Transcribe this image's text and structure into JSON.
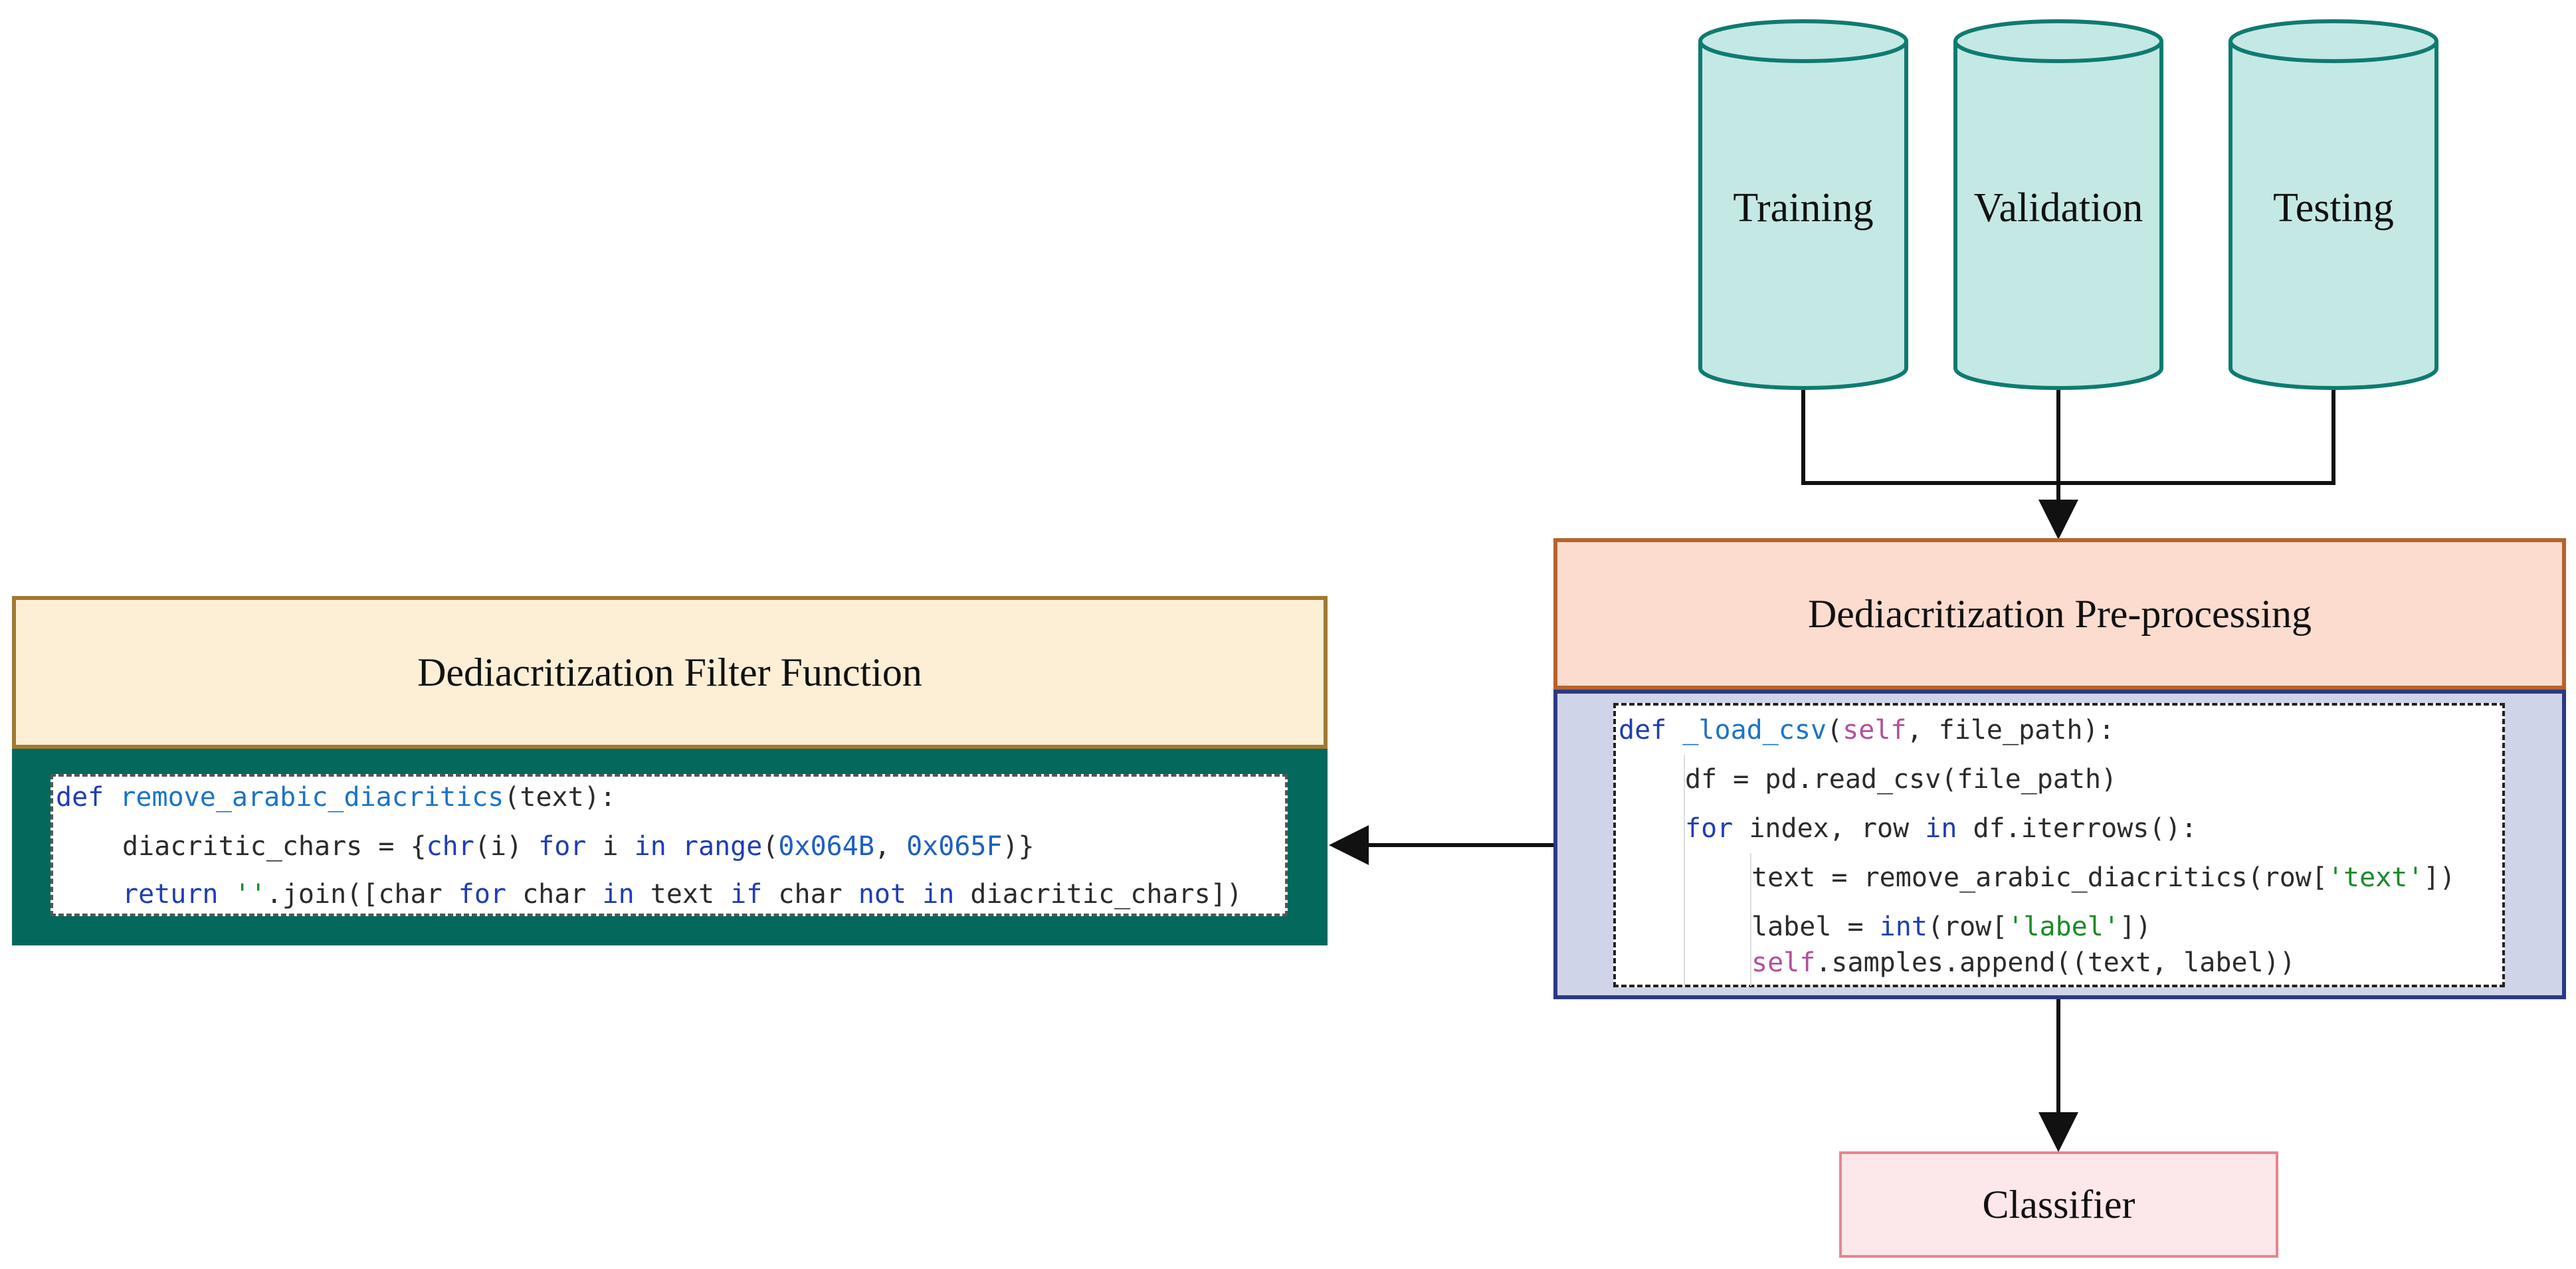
{
  "datasets": [
    {
      "label": "Training"
    },
    {
      "label": "Validation"
    },
    {
      "label": "Testing"
    }
  ],
  "preprocessing": {
    "title": "Dediacritization Pre-processing",
    "code": {
      "l1": {
        "kw": "def",
        "name": "_load_csv",
        "p1": "(",
        "self": "self",
        "p2": ", file_path):"
      },
      "l2": {
        "t": "df = pd.read_csv(file_path)"
      },
      "l3": {
        "kw1": "for",
        "t1": " index, row ",
        "kw2": "in",
        "t2": " df.iterrows():"
      },
      "l4": {
        "t1": "text = remove_arabic_diacritics(row[",
        "s": "'text'",
        "t2": "])"
      },
      "l5": {
        "t1": "label = ",
        "fn": "int",
        "t2": "(row[",
        "s": "'label'",
        "t3": "])"
      },
      "l6": {
        "self": "self",
        "t": ".samples.append((text, label))"
      }
    }
  },
  "filter_function": {
    "title": "Dediacritization Filter Function",
    "code": {
      "l1": {
        "kw": "def",
        "name": "remove_arabic_diacritics",
        "t": "(text):"
      },
      "l2": {
        "t1": "diacritic_chars = {",
        "fn": "chr",
        "t2": "(i) ",
        "kw1": "for",
        "t3": " i ",
        "kw2": "in",
        "t4": " ",
        "fn2": "range",
        "t5": "(",
        "n1": "0x064B",
        "t6": ", ",
        "n2": "0x065F",
        "t7": ")}"
      },
      "l3": {
        "kw": "return",
        "t0": " ",
        "s": "''",
        "t1": ".join([char ",
        "kw1": "for",
        "t2": " char ",
        "kw2": "in",
        "t3": " text ",
        "kw3": "if",
        "t4": " char ",
        "kw4": "not in",
        "t5": " diacritic_chars])"
      }
    }
  },
  "classifier": {
    "label": "Classifier"
  },
  "colors": {
    "cylinder_fill": "#c4e8e4",
    "cylinder_stroke": "#0f7b70",
    "filter_title_bg": "#fdeed6",
    "filter_panel_bg": "#02695c",
    "preprocessing_title_bg": "#fbdccf",
    "preprocessing_panel_bg": "#d0d4e9",
    "classifier_bg": "#fce7ea"
  }
}
